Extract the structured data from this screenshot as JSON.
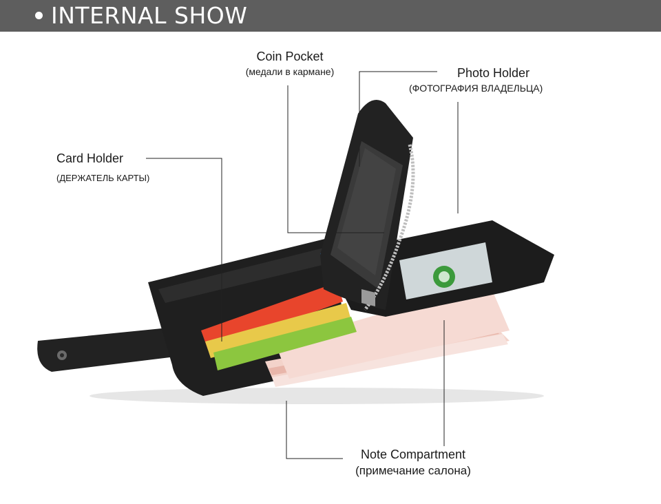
{
  "header": {
    "title": "INTERNAL SHOW"
  },
  "callouts": {
    "coin_pocket": {
      "title": "Coin Pocket",
      "subtitle": "(медали в кармане)"
    },
    "photo_holder": {
      "title": "Photo Holder",
      "subtitle": "(ФОТОГРАФИЯ ВЛАДЕЛЬЦА)"
    },
    "card_holder": {
      "title": "Card Holder",
      "subtitle": "(ДЕРЖАТЕЛЬ КАРТЫ)"
    },
    "note_compartment": {
      "title": "Note Compartment",
      "subtitle": "(примечание салона)"
    }
  },
  "colors": {
    "header_bg": "#5e5e5e",
    "leather": "#1c1c1c",
    "card_red": "#e8452c",
    "card_yellow": "#e8c94a",
    "card_green": "#8cc63f",
    "card_blue": "#2a7fd4",
    "banknote": "#f2d6cf"
  }
}
